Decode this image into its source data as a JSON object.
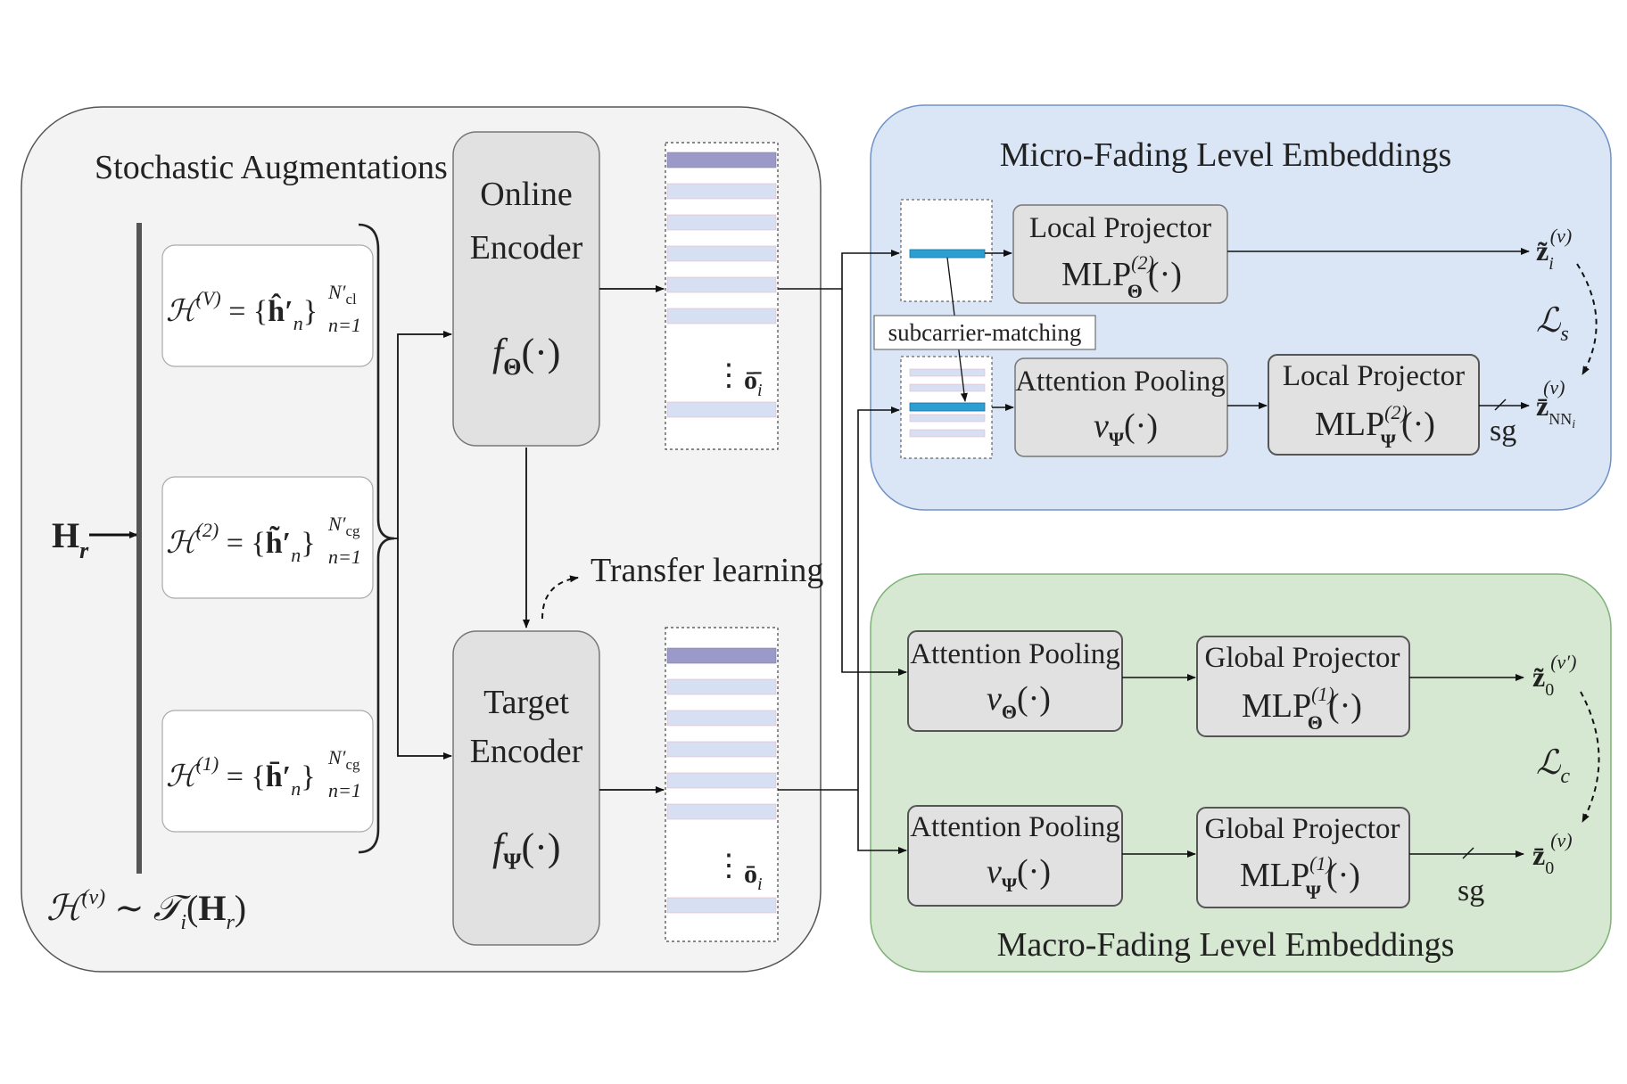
{
  "left_panel": {
    "title": "Stochastic Augmentations",
    "input_label": "H",
    "input_sub": "r",
    "aug_V": {
      "lhs": "ℋ",
      "sup": "(V)",
      "mid": " = {",
      "h": "ĥ′",
      "n": "n",
      "close": "}",
      "sup2": "N′",
      "sup2sub": "cl",
      "sub2": "n=1"
    },
    "aug_2": {
      "lhs": "ℋ",
      "sup": "(2)",
      "mid": " = {",
      "h": "h̃′",
      "n": "n",
      "close": "}",
      "sup2": "N′",
      "sup2sub": "cg",
      "sub2": "n=1"
    },
    "aug_1": {
      "lhs": "ℋ",
      "sup": "(1)",
      "mid": " = {",
      "h": "h̄′",
      "n": "n",
      "close": "}",
      "sup2": "N′",
      "sup2sub": "cg",
      "sub2": "n=1"
    },
    "dist": {
      "lhs": "ℋ",
      "sup": "(v)",
      "mid": " ∼ ",
      "T": "𝒯",
      "Tsub": "i",
      "open": "(",
      "H": "H",
      "Hsub": "r",
      "close": ")"
    },
    "online_encoder": {
      "line1": "Online",
      "line2": "Encoder",
      "fn": "f",
      "fn_sub": "Θ",
      "fn_arg": "(·)"
    },
    "target_encoder": {
      "line1": "Target",
      "line2": "Encoder",
      "fn": "f",
      "fn_sub": "Ψ",
      "fn_arg": "(·)"
    },
    "transfer_label": "Transfer learning",
    "online_output": {
      "sym": "ō̄",
      "sub": "i",
      "dots": "⋮"
    },
    "target_output": {
      "sym": "ō",
      "sub": "i",
      "dots": "⋮"
    }
  },
  "micro_panel": {
    "title": "Micro-Fading Level Embeddings",
    "local_proj_1": {
      "title": "Local Projector",
      "fn": "MLP",
      "sup": "(2)",
      "sub": "Θ",
      "arg": "(·)"
    },
    "attention_1": {
      "title": "Attention Pooling",
      "fn": "ν",
      "sub": "Ψ",
      "arg": "(·)"
    },
    "local_proj_2": {
      "title": "Local Projector",
      "fn": "MLP",
      "sup": "(2)",
      "sub": "Ψ",
      "arg": "(·)"
    },
    "matching_label": "subcarrier-matching",
    "out_top": {
      "sym": "z̃",
      "sub": "i",
      "sup": "(v)"
    },
    "loss": {
      "sym": "ℒ",
      "sub": "s"
    },
    "out_bottom": {
      "sym": "z̄",
      "sub": "NN",
      "subsub": "i",
      "sup": "(v)"
    },
    "sg": "sg"
  },
  "macro_panel": {
    "title": "Macro-Fading Level Embeddings",
    "attention_top": {
      "title": "Attention Pooling",
      "fn": "ν",
      "sub": "Θ",
      "arg": "(·)"
    },
    "global_top": {
      "title": "Global Projector",
      "fn": "MLP",
      "sup": "(1)",
      "sub": "Θ",
      "arg": "(·)"
    },
    "attention_bottom": {
      "title": "Attention Pooling",
      "fn": "ν",
      "sub": "Ψ",
      "arg": "(·)"
    },
    "global_bottom": {
      "title": "Global Projector",
      "fn": "MLP",
      "sup": "(1)",
      "sub": "Ψ",
      "arg": "(·)"
    },
    "out_top": {
      "sym": "z̃",
      "sub": "0",
      "sup": "(v′)"
    },
    "loss": {
      "sym": "ℒ",
      "sub": "c"
    },
    "out_bottom": {
      "sym": "z̄",
      "sub": "0",
      "sup": "(v)"
    },
    "sg": "sg"
  },
  "colors": {
    "left_bg": "#f3f3f3",
    "micro_bg": "#dae6f6",
    "micro_border": "#6f93c6",
    "macro_bg": "#d6e8d1",
    "macro_border": "#7fb277",
    "module_fill": "#e1e1e1",
    "highlight_bar": "#2c9fd2",
    "emb_dark": "#9b99c8",
    "emb_light": "#d6e0f2"
  }
}
